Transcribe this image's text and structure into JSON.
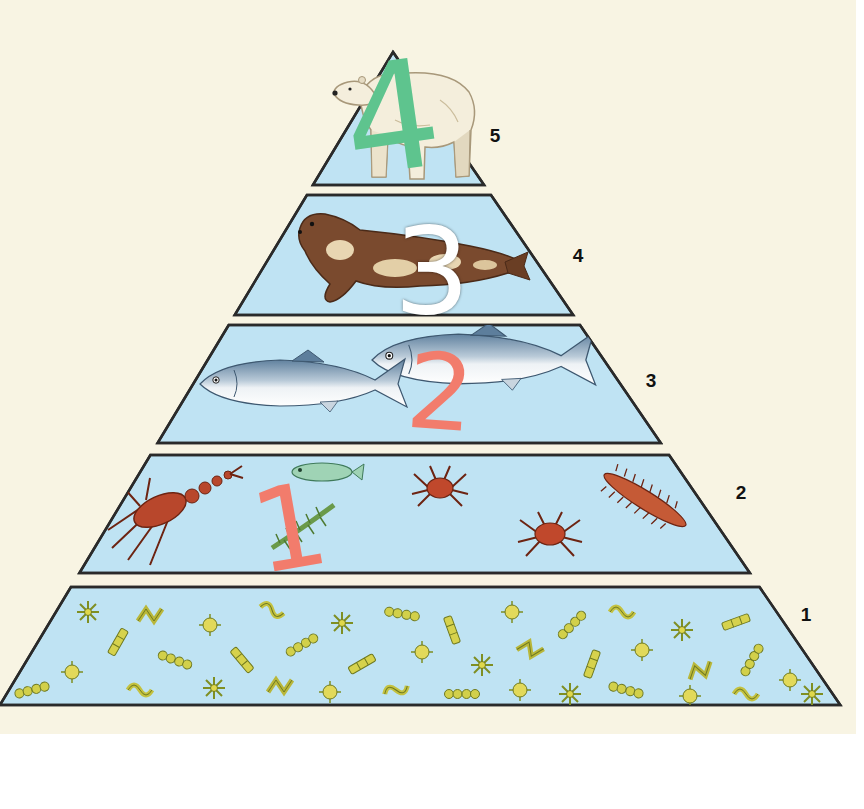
{
  "diagram": {
    "nodes": [
      {
        "text": [
          "5"
        ]
      },
      {
        "text": [
          "4"
        ]
      },
      {
        "text": [
          "3"
        ]
      },
      {
        "text": [
          "2"
        ]
      },
      {
        "text": [
          "1"
        ]
      }
    ],
    "labels": [
      "4",
      "3",
      "2",
      "1"
    ]
  }
}
